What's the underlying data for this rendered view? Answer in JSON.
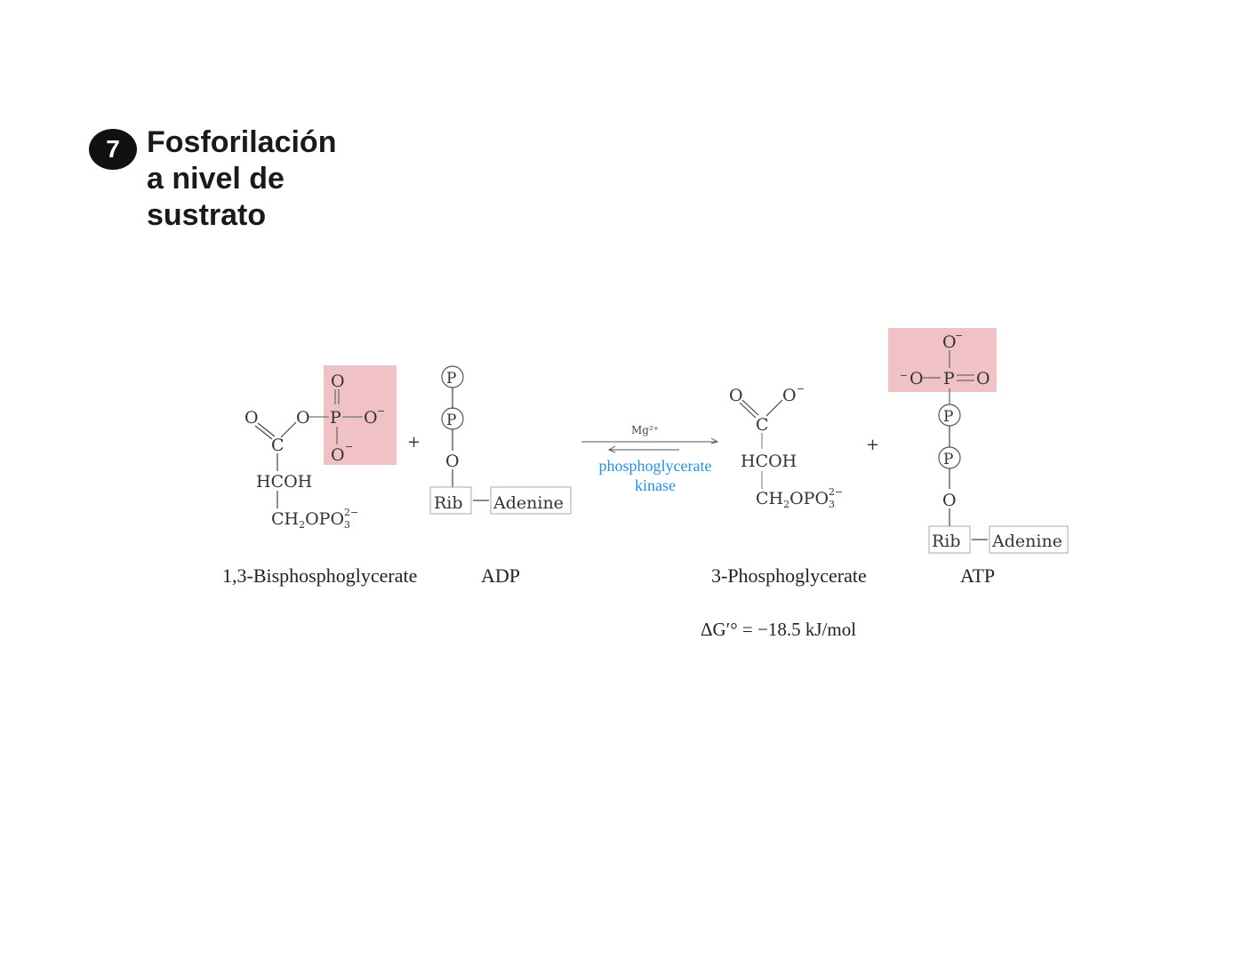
{
  "header": {
    "step_number": "7",
    "title_lines": [
      "Fosforilación",
      "a nivel de",
      "sustrato"
    ]
  },
  "reaction": {
    "reactants": [
      {
        "name": "1,3-Bisphosphoglycerate",
        "structure": {
          "carbonyl_O": "O",
          "ester_O": "O",
          "C": "C",
          "P": "P",
          "P_top_O": "O",
          "P_right_O": "O",
          "P_right_charge": "−",
          "P_bottom_O": "O",
          "P_bottom_charge": "−",
          "middle": "HCOH",
          "bottom": "CH",
          "bottom_sub": "2",
          "bottom_rest": "OPO",
          "bottom_sub2": "3",
          "bottom_charge": "2−"
        },
        "highlight": "phosphoryl-group"
      },
      {
        "name": "ADP",
        "structure": {
          "phosphate_1": "P",
          "phosphate_2": "P",
          "O": "O",
          "sugar": "Rib",
          "base": "Adenine"
        }
      }
    ],
    "plus_sign": "+",
    "arrow": {
      "cofactor": "Mg²⁺",
      "enzyme_lines": [
        "phosphoglycerate",
        "kinase"
      ],
      "type": "reversible"
    },
    "products": [
      {
        "name": "3-Phosphoglycerate",
        "structure": {
          "carbonyl_O": "O",
          "carboxylate_O": "O",
          "carboxylate_charge": "−",
          "C": "C",
          "middle": "HCOH",
          "bottom": "CH",
          "bottom_sub": "2",
          "bottom_rest": "OPO",
          "bottom_sub2": "3",
          "bottom_charge": "2−"
        }
      },
      {
        "name": "ATP",
        "structure": {
          "top_O": "O",
          "top_O_charge": "−",
          "left_O": "O",
          "left_O_charge": "−",
          "P": "P",
          "double_O": "O",
          "phosphate_1": "P",
          "phosphate_2": "P",
          "O": "O",
          "sugar": "Rib",
          "base": "Adenine"
        },
        "highlight": "transferred-phosphoryl-group"
      }
    ],
    "delta_g": "ΔG′° = −18.5 kJ/mol"
  },
  "colors": {
    "highlight": "#f0c2c6",
    "enzyme_text": "#2a8fd6",
    "badge": "#111111"
  }
}
